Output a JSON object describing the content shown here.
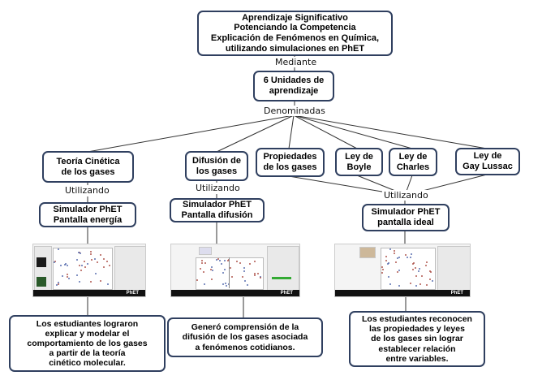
{
  "title": {
    "text": "Aprendizaje Significativo\nPotenciando la Competencia\nExplicación de Fenómenos en Química,\nutilizando simulaciones en PhET"
  },
  "connectors": {
    "mediante": "Mediante",
    "denominadas": "Denominadas",
    "utilizando_1": "Utilizando",
    "utilizando_2": "Utilizando",
    "utilizando_3": "Utilizando"
  },
  "units": {
    "text": "6 Unidades de\naprendizaje"
  },
  "topics": [
    {
      "text": "Teoría Cinética\nde los gases"
    },
    {
      "text": "Difusión de\nlos gases"
    },
    {
      "text": "Propiedades\nde los gases"
    },
    {
      "text": "Ley de\nBoyle"
    },
    {
      "text": "Ley de\nCharles"
    },
    {
      "text": "Ley de\nGay Lussac"
    }
  ],
  "simulators": [
    {
      "text": "Simulador PhET\nPantalla energía"
    },
    {
      "text": "Simulador PhET\nPantalla difusión"
    },
    {
      "text": "Simulador PhET\npantalla ideal"
    }
  ],
  "screenshots": {
    "brand": "PhET"
  },
  "outcomes": [
    {
      "text": "Los estudiantes lograron\nexplicar y modelar el\ncomportamiento de los gases\na partir de la teoría\ncinético molecular."
    },
    {
      "text": "Generó comprensión de la\ndifusión de los gases asociada\na fenómenos cotidianos."
    },
    {
      "text": "Los estudiantes reconocen\nlas propiedades y leyes\nde los gases sin lograr\nestablecer relación\nentre variables."
    }
  ],
  "colors": {
    "box_border": "#2f3f5f",
    "line": "#333333"
  }
}
